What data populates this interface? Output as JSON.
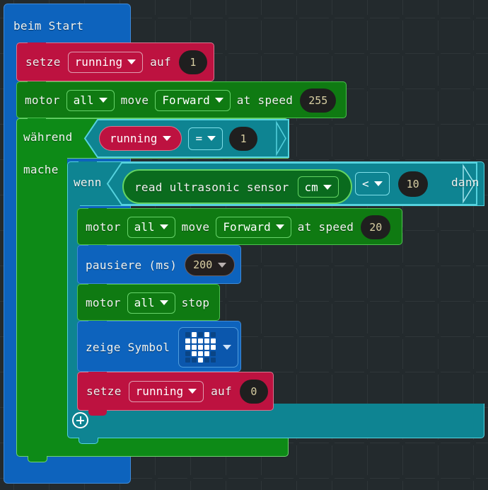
{
  "workspace": {
    "name": "makecode-blocks-workspace",
    "background": "#232a2d",
    "grid_spacing": 50
  },
  "palette": {
    "event_blue": "#0d63bd",
    "event_blue_border": "#3f8ad6",
    "variable_crimson": "#bd1240",
    "variable_crimson_border": "#d8758f",
    "motor_green": "#0f7a12",
    "motor_green_border": "#4bc24e",
    "loop_green": "#0d8a17",
    "loop_green_border": "#6fd36f",
    "logic_teal": "#0e8492",
    "logic_teal_border": "#55d2de",
    "sensor_green": "#0a6b1e",
    "sensor_green_border": "#63d463",
    "basic_blue": "#0d63bd",
    "shadow_dark": "#1f1f1f",
    "text": "#f2f4f1"
  },
  "blocks": {
    "on_start": {
      "label": "beim Start"
    },
    "set_running_1": {
      "set_label": "setze",
      "variable": "running",
      "to_label": "auf",
      "value": "1"
    },
    "motor_forward_255": {
      "motor_label": "motor",
      "which": "all",
      "move_label": "move",
      "direction": "Forward",
      "speed_label": "at speed",
      "speed": "255"
    },
    "while_loop": {
      "while_label": "während",
      "do_label": "mache",
      "condition": {
        "variable": "running",
        "operator": "=",
        "value": "1"
      }
    },
    "if_block": {
      "if_label": "wenn",
      "then_label": "dann",
      "condition": {
        "sensor_label": "read ultrasonic sensor",
        "unit": "cm",
        "operator": "<",
        "value": "10"
      },
      "expand_icon": "plus-circle-icon"
    },
    "motor_forward_20": {
      "motor_label": "motor",
      "which": "all",
      "move_label": "move",
      "direction": "Forward",
      "speed_label": "at speed",
      "speed": "20"
    },
    "pause": {
      "label": "pausiere (ms)",
      "value": "200"
    },
    "motor_stop": {
      "motor_label": "motor",
      "which": "all",
      "stop_label": "stop"
    },
    "show_icon": {
      "label": "zeige Symbol",
      "icon_name": "heart-led-icon",
      "pattern": [
        [
          0,
          1,
          0,
          1,
          0
        ],
        [
          1,
          1,
          1,
          1,
          1
        ],
        [
          1,
          1,
          1,
          1,
          1
        ],
        [
          0,
          1,
          1,
          1,
          0
        ],
        [
          0,
          0,
          1,
          0,
          0
        ]
      ]
    },
    "set_running_0": {
      "set_label": "setze",
      "variable": "running",
      "to_label": "auf",
      "value": "0"
    }
  }
}
